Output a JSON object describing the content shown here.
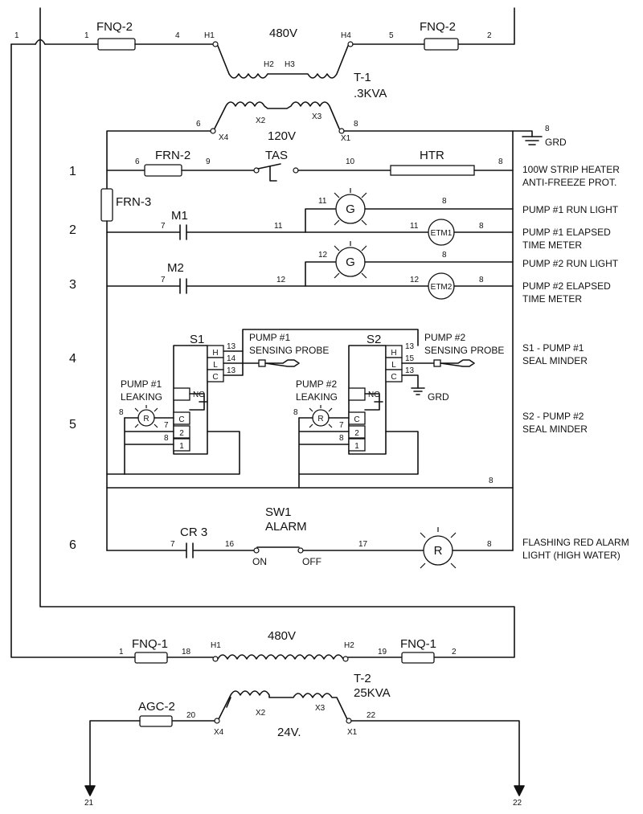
{
  "top": {
    "fuse_left": "FNQ-2",
    "fuse_right": "FNQ-2",
    "voltage": "480V",
    "wires": {
      "w1a": "1",
      "w1b": "1",
      "w4": "4",
      "w5": "5",
      "w2": "2"
    },
    "terms": {
      "h1": "H1",
      "h4": "H4",
      "h2": "H2",
      "h3": "H3"
    }
  },
  "t1": {
    "name": "T-1",
    "rating": ".3KVA",
    "voltage": "120V",
    "terms": {
      "x4": "X4",
      "x1": "X1",
      "x2": "X2",
      "x3": "X3"
    },
    "wires": {
      "w6": "6",
      "w8": "8",
      "wgrd8": "8"
    },
    "ground": "GRD"
  },
  "rungs": {
    "r1": "1",
    "r2": "2",
    "r3": "3",
    "r4": "4",
    "r5": "5",
    "r6": "6"
  },
  "rung1": {
    "fuse": "FRN-2",
    "fuse_side": "FRN-3",
    "switch": "TAS",
    "heater": "HTR",
    "wires": {
      "a": "6",
      "b": "9",
      "c": "10",
      "d": "8"
    },
    "desc1": "100W STRIP HEATER",
    "desc2": "ANTI-FREEZE PROT."
  },
  "rung2": {
    "contact": "M1",
    "light": "G",
    "meter": "ETM1",
    "wires": {
      "a": "7",
      "b": "11",
      "c": "11",
      "d": "8",
      "e": "11",
      "f": "8"
    },
    "desc_light": "PUMP #1 RUN LIGHT",
    "desc_meter1": "PUMP #1 ELAPSED",
    "desc_meter2": "TIME METER"
  },
  "rung3": {
    "contact": "M2",
    "light": "G",
    "meter": "ETM2",
    "wires": {
      "a": "7",
      "b": "12",
      "c": "12",
      "d": "8",
      "e": "12",
      "f": "8"
    },
    "desc_light": "PUMP #2 RUN LIGHT",
    "desc_meter1": "PUMP #2 ELAPSED",
    "desc_meter2": "TIME METER"
  },
  "seal": {
    "s1": "S1",
    "s2": "S2",
    "probe1a": "PUMP #1",
    "probe1b": "SENSING PROBE",
    "probe2a": "PUMP #2",
    "probe2b": "SENSING PROBE",
    "leak1a": "PUMP #1",
    "leak1b": "LEAKING",
    "leak2a": "PUMP #2",
    "leak2b": "LEAKING",
    "no": "NO",
    "h": "H",
    "l": "L",
    "c": "C",
    "t2": "2",
    "t1": "1",
    "lamp": "R",
    "grd": "GRD",
    "wires": {
      "s1a": "13",
      "s1b": "14",
      "s1c": "13",
      "s2a": "13",
      "s2b": "15",
      "s2c": "13",
      "l1a": "8",
      "l1b": "7",
      "l1c": "8",
      "l2a": "8",
      "l2b": "7",
      "l2c": "8",
      "ret": "8"
    },
    "desc4a": "S1 - PUMP #1",
    "desc4b": "SEAL MINDER",
    "desc5a": "S2 - PUMP #2",
    "desc5b": "SEAL MINDER"
  },
  "rung6": {
    "contact": "CR 3",
    "switch1": "SW1",
    "switch2": "ALARM",
    "on": "ON",
    "off": "OFF",
    "lamp": "R",
    "wires": {
      "a": "7",
      "b": "16",
      "c": "17",
      "d": "8"
    },
    "desc1": "FLASHING RED ALARM",
    "desc2": "LIGHT (HIGH WATER)"
  },
  "bottom": {
    "fuse_left": "FNQ-1",
    "fuse_right": "FNQ-1",
    "voltage": "480V",
    "wires": {
      "w1": "1",
      "w18": "18",
      "w19": "19",
      "w2": "2"
    },
    "terms": {
      "h1": "H1",
      "h2": "H2"
    }
  },
  "t2": {
    "name": "T-2",
    "rating": "25KVA",
    "voltage": "24V.",
    "fuse": "AGC-2",
    "terms": {
      "x4": "X4",
      "x1": "X1",
      "x2": "X2",
      "x3": "X3"
    },
    "wires": {
      "w20": "20",
      "w22": "22",
      "out21": "21",
      "out22": "22"
    }
  }
}
